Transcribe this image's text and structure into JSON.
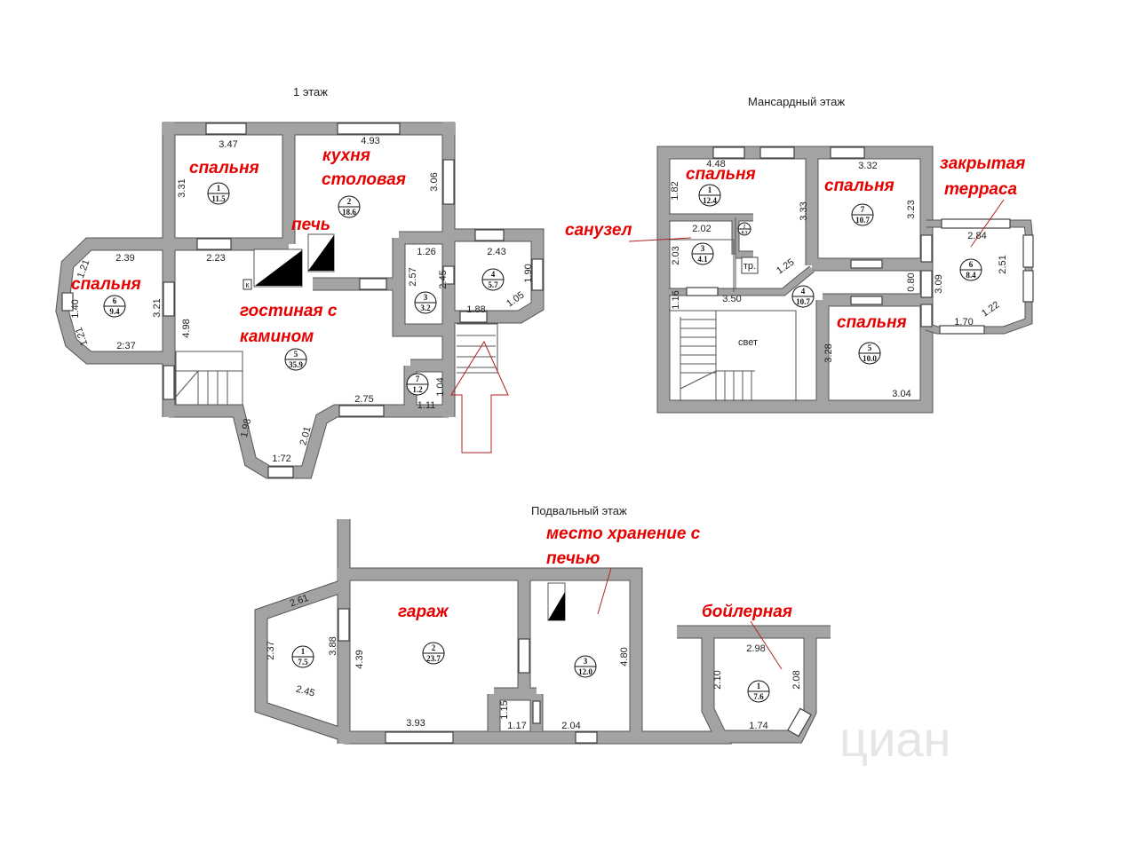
{
  "floor1": {
    "title": "1 этаж",
    "labels": [
      "спальня",
      "кухня",
      "столовая",
      "печь",
      "спальня",
      "гостиная с",
      "камином"
    ],
    "rooms": [
      {
        "n": "1",
        "area": "11.5"
      },
      {
        "n": "2",
        "area": "18.6"
      },
      {
        "n": "3",
        "area": "3.2"
      },
      {
        "n": "4",
        "area": "5.7"
      },
      {
        "n": "5",
        "area": "35.9"
      },
      {
        "n": "6",
        "area": "9.4"
      },
      {
        "n": "7",
        "area": "1.2"
      }
    ],
    "dims": [
      "3.47",
      "4.93",
      "3.31",
      "3.06",
      "2.39",
      "2.23",
      "1.21",
      "1.40",
      "3.21",
      "2:37",
      "4.98",
      "1.26",
      "2.57",
      "2.45",
      "2.43",
      "1.90",
      "1.88",
      "1.05",
      "1.04",
      "1.11",
      "2.75",
      "1.98",
      "2.01",
      "1:72",
      "1.21"
    ],
    "fireplace_mark": "К"
  },
  "mansard": {
    "title": "Мансардный этаж",
    "labels": [
      "спальня",
      "спальня",
      "закрытая",
      "терраса",
      "санузел",
      "спальня"
    ],
    "rooms": [
      {
        "n": "1",
        "area": "12.4"
      },
      {
        "n": "2",
        "area": "0.3"
      },
      {
        "n": "3",
        "area": "4.1"
      },
      {
        "n": "4",
        "area": "10.7"
      },
      {
        "n": "5",
        "area": "10.0"
      },
      {
        "n": "6",
        "area": "8.4"
      },
      {
        "n": "7",
        "area": "10.7"
      }
    ],
    "dims": [
      "4.48",
      "1.82",
      "3.33",
      "3.32",
      "3.23",
      "2.02",
      "2.03",
      "1.25",
      "3.50",
      "1.16",
      "2.84",
      "2.51",
      "3.09",
      "0.80",
      "1.22",
      "1.70",
      "3.28",
      "3.04"
    ],
    "tr_label": "тр.",
    "light_label": "свет"
  },
  "basement": {
    "title": "Подвальный этаж",
    "labels": [
      "место хранение с",
      "печью",
      "гараж",
      "бойлерная"
    ],
    "rooms": [
      {
        "n": "1",
        "area": "7.5"
      },
      {
        "n": "2",
        "area": "23.7"
      },
      {
        "n": "3",
        "area": "12.0"
      },
      {
        "n": "1",
        "area": "7.6"
      }
    ],
    "dims": [
      "2.61",
      "2.37",
      "3.88",
      "2.45",
      "4.39",
      "3.93",
      "1.15",
      "1.17",
      "2.04",
      "4.80",
      "2.98",
      "2.10",
      "2.08",
      "1.74"
    ]
  },
  "watermark": "циан",
  "colors": {
    "wall": "#a3a3a3",
    "label": "#e60000",
    "arrow": "#b22222"
  }
}
